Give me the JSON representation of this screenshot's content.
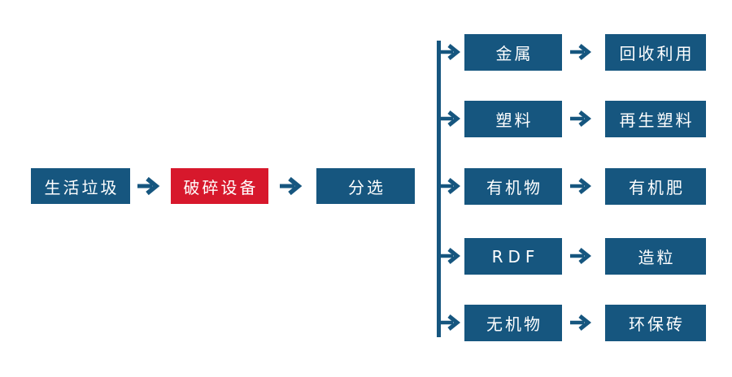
{
  "colors": {
    "background": "#FFFFFF",
    "node_blue": "#16567F",
    "node_red": "#D7182C",
    "node_text": "#FFFFFF",
    "arrow_blue": "#16567F"
  },
  "icons": {
    "arrow_glyph": "→",
    "arrow_name": "arrow-right-icon"
  },
  "main_flow": {
    "nodes": [
      {
        "label": "生活垃圾"
      },
      {
        "label": "破碎设备"
      },
      {
        "label": "分选"
      }
    ]
  },
  "branches": [
    {
      "source": "金属",
      "result": "回收利用"
    },
    {
      "source": "塑料",
      "result": "再生塑料"
    },
    {
      "source": "有机物",
      "result": "有机肥"
    },
    {
      "source": "RDF",
      "result": "造粒"
    },
    {
      "source": "无机物",
      "result": "环保砖"
    }
  ]
}
